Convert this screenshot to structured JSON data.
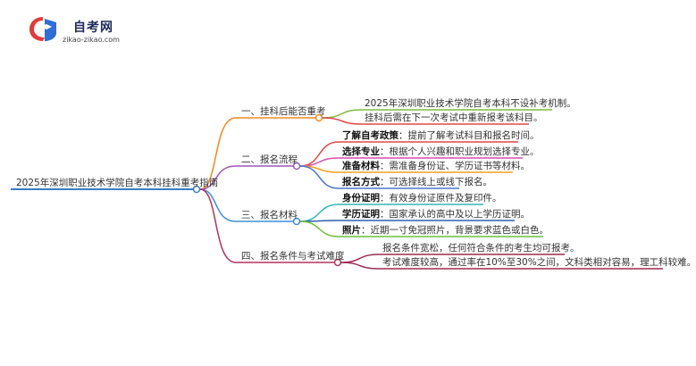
{
  "brand": {
    "title": "自考网",
    "url": "zikao-zikao.com"
  },
  "root": "2025年深圳职业技术学院自考本科挂科重考指南",
  "branches": [
    {
      "label": "一、挂科后能否重考",
      "color": "#f08a24",
      "leaves": [
        {
          "text": "2025年深圳职业技术学院自考本科不设补考机制。",
          "color": "#7dbb3c"
        },
        {
          "text": "挂科后需在下一次考试中重新报考该科目。",
          "color": "#e04848"
        }
      ]
    },
    {
      "label": "二、报名流程",
      "color": "#9b59b6",
      "leaves": [
        {
          "key": "了解自考政策",
          "text": "：提前了解考试科目和报名时间。",
          "color": "#e04848"
        },
        {
          "key": "选择专业",
          "text": "：根据个人兴趣和职业规划选择专业。",
          "color": "#d94fb0"
        },
        {
          "key": "准备材料",
          "text": "：需准备身份证、学历证书等材料。",
          "color": "#f0a020"
        },
        {
          "key": "报名方式",
          "text": "：可选择线上或线下报名。",
          "color": "#4a78c8"
        }
      ]
    },
    {
      "label": "三、报名材料",
      "color": "#3b8fd8",
      "leaves": [
        {
          "key": "身份证明",
          "text": "：有效身份证原件及复印件。",
          "color": "#2eb8b0"
        },
        {
          "key": "学历证明",
          "text": "：国家承认的高中及以上学历证明。",
          "color": "#2e5fb0"
        },
        {
          "key": "照片",
          "text": "：近期一寸免冠照片，背景要求蓝色或白色。",
          "color": "#6fbf3a"
        }
      ]
    },
    {
      "label": "四、报名条件与考试难度",
      "color": "#b0355e",
      "leaves": [
        {
          "text": "报名条件宽松，任何符合条件的考生均可报考。",
          "color": "#9b2d4f"
        },
        {
          "text": "考试难度较高，通过率在10%至30%之间，文科类相对容易，理工科较难。",
          "color": "#9b2d4f"
        }
      ]
    }
  ]
}
